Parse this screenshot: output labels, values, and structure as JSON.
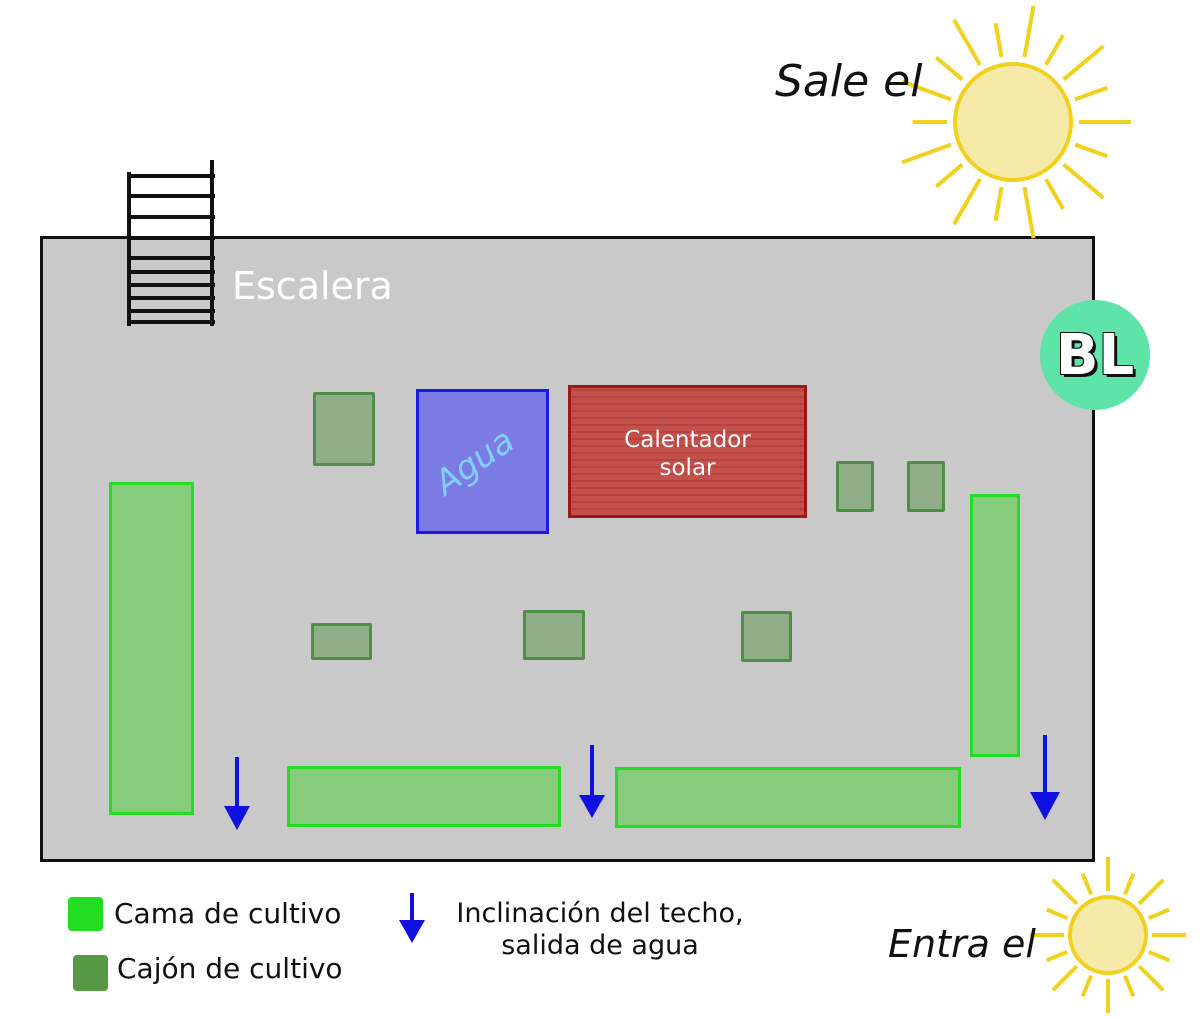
{
  "labels": {
    "ladder": "Escalera",
    "water_tank": "Agua",
    "solar_heater_line1": "Calentador",
    "solar_heater_line2": "solar",
    "sunrise": "Sale el",
    "sunset": "Entra el",
    "logo": "BL"
  },
  "legend": {
    "cama": "Cama de cultivo",
    "cajon": "Cajón de cultivo",
    "arrow_line1": "Inclinación del techo,",
    "arrow_line2": "salida de agua"
  },
  "colors": {
    "roof": "#c9c9c9",
    "cama_fill": "#86cc7c",
    "cama_border": "#22dd22",
    "cajon_fill": "#8fae88",
    "cajon_border": "#4f8f45",
    "water": "#7b7be3",
    "heater": "#c4504c",
    "arrow": "#1010e0",
    "sun": "#f5eaa8",
    "logo_bg": "#5ee3a8"
  }
}
